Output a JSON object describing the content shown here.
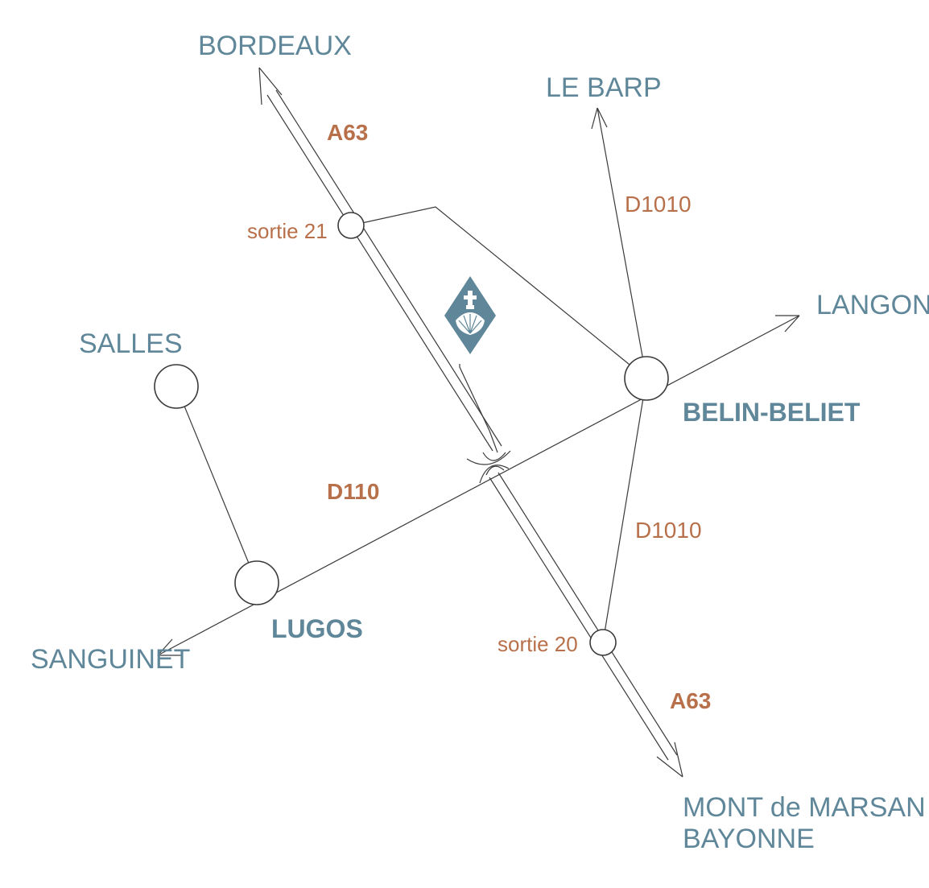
{
  "colors": {
    "place": "#5f8799",
    "road": "#b8704a",
    "line": "#3a3a3a",
    "marker": "#5f8799"
  },
  "destinations": {
    "bordeaux": "BORDEAUX",
    "le_barp": "LE BARP",
    "langon": "LANGON",
    "salles": "SALLES",
    "sanguinet": "SANGUINET",
    "mont_de_marsan": "MONT de MARSAN",
    "bayonne": "BAYONNE"
  },
  "towns": {
    "belin_beliet": "BELIN-BELIET",
    "lugos": "LUGOS"
  },
  "roads": {
    "a63_north": "A63",
    "a63_south": "A63",
    "d1010_north": "D1010",
    "d1010_south": "D1010",
    "d110": "D110"
  },
  "exits": {
    "sortie_21": "sortie 21",
    "sortie_20": "sortie 20"
  },
  "marker": {
    "icon": "scallop-shell-cross-icon"
  }
}
